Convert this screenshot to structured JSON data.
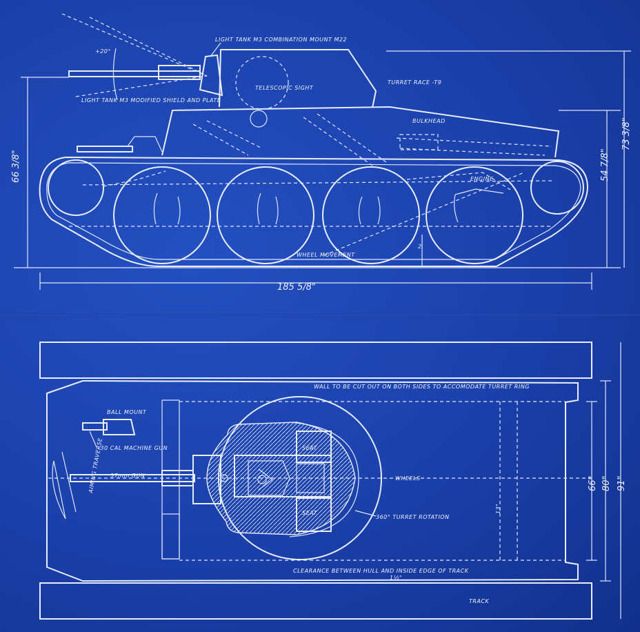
{
  "side_view": {
    "labels": {
      "combination_mount": "LIGHT TANK M3 COMBINATION MOUNT M22",
      "elevation": "+20°",
      "shield": "LIGHT TANK M3 MODIFIED SHIELD AND PLATE",
      "telescopic_sight": "TELESCOPIC SIGHT",
      "turret_race": "TURRET RACE -T9",
      "bulkhead": "BULKHEAD",
      "engine": "ENGINE",
      "wheel_movement": "WHEEL MOVEMENT",
      "wheel_travel": "2"
    },
    "dimensions": {
      "overall_length": "185 5/8\"",
      "height_left": "66 3/8\"",
      "height_right": "73 3/8\"",
      "height_mid": "54 7/8\""
    }
  },
  "plan_view": {
    "labels": {
      "ball_mount": "BALL MOUNT",
      "machine_gun": "-30 CAL MACHINE GUN",
      "main_gun": "37mm GUN",
      "traverse": "AIMING TRAVERSE",
      "wall_note": "WALL TO BE CUT OUT ON BOTH SIDES TO ACCOMODATE TURRET RING",
      "wheels": "WHEELS",
      "turret_rotation": "360° TURRET ROTATION",
      "seat_1": "SEAT",
      "seat_2": "SEAT",
      "clearance_note": "CLEARANCE BETWEEN HULL AND INSIDE EDGE OF TRACK",
      "clearance_value": "1½\"",
      "track": "TRACK",
      "inner_dim": "13\""
    },
    "dimensions": {
      "width_inner": "66\"",
      "width_mid": "80\"",
      "width_outer": "91\""
    }
  }
}
